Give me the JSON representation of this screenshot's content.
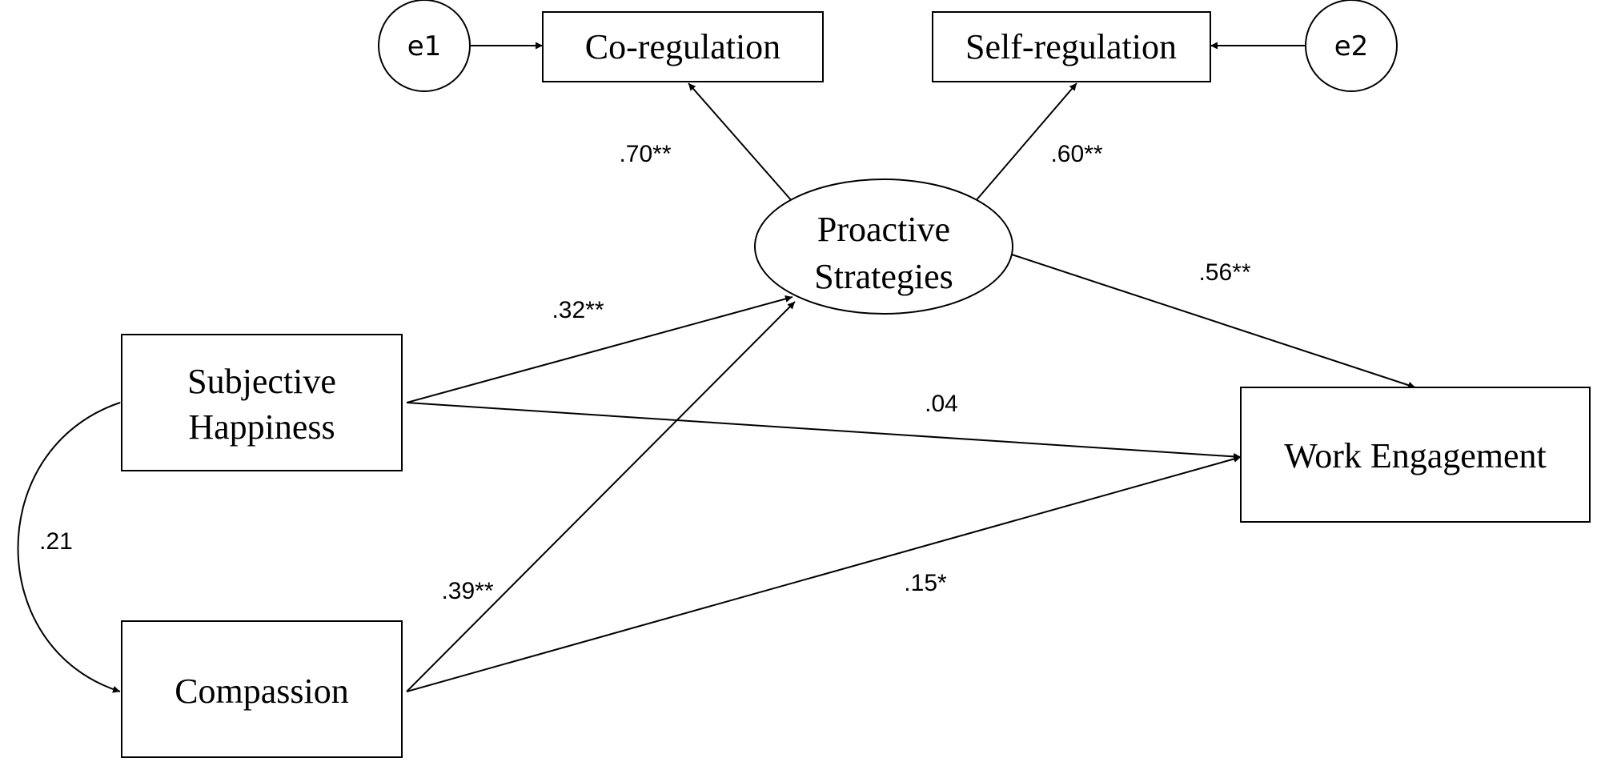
{
  "nodes": {
    "e1": "e1",
    "e2": "e2",
    "co_regulation": "Co-regulation",
    "self_regulation": "Self-regulation",
    "proactive_strategies": [
      "Proactive",
      "Strategies"
    ],
    "subjective_happiness": [
      "Subjective",
      "Happiness"
    ],
    "compassion": "Compassion",
    "work_engagement": "Work Engagement"
  },
  "paths": {
    "proactive_to_coregulation": ".70**",
    "proactive_to_selfregulation": ".60**",
    "proactive_to_work_engagement": ".56**",
    "happiness_to_proactive": ".32**",
    "happiness_to_work_engagement": ".04",
    "compassion_to_proactive": ".39**",
    "compassion_to_work_engagement": ".15*",
    "happiness_with_compassion": ".21"
  }
}
